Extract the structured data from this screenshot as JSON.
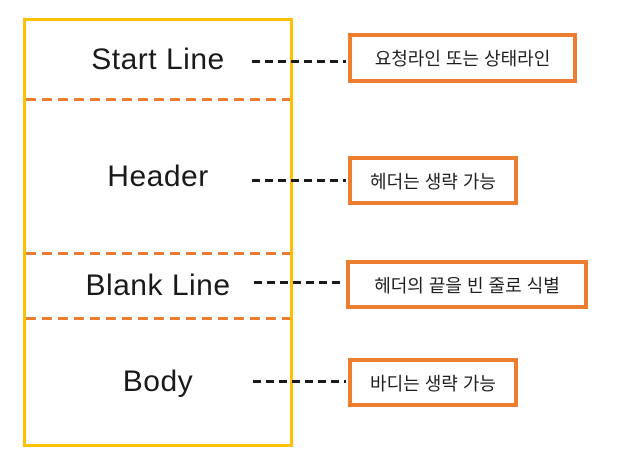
{
  "diagram": {
    "sections": [
      {
        "label": "Start Line",
        "annotation": "요청라인 또는 상태라인"
      },
      {
        "label": "Header",
        "annotation": "헤더는 생략 가능"
      },
      {
        "label": "Blank Line",
        "annotation": "헤더의 끝을 빈 줄로 식별"
      },
      {
        "label": "Body",
        "annotation": "바디는 생략 가능"
      }
    ],
    "colors": {
      "main_box_border": "#FFC000",
      "section_divider": "#ED7D31",
      "annotation_border": "#ED7D31",
      "connector_line": "#1A1A1A",
      "label_text": "#1A1A1A"
    }
  }
}
